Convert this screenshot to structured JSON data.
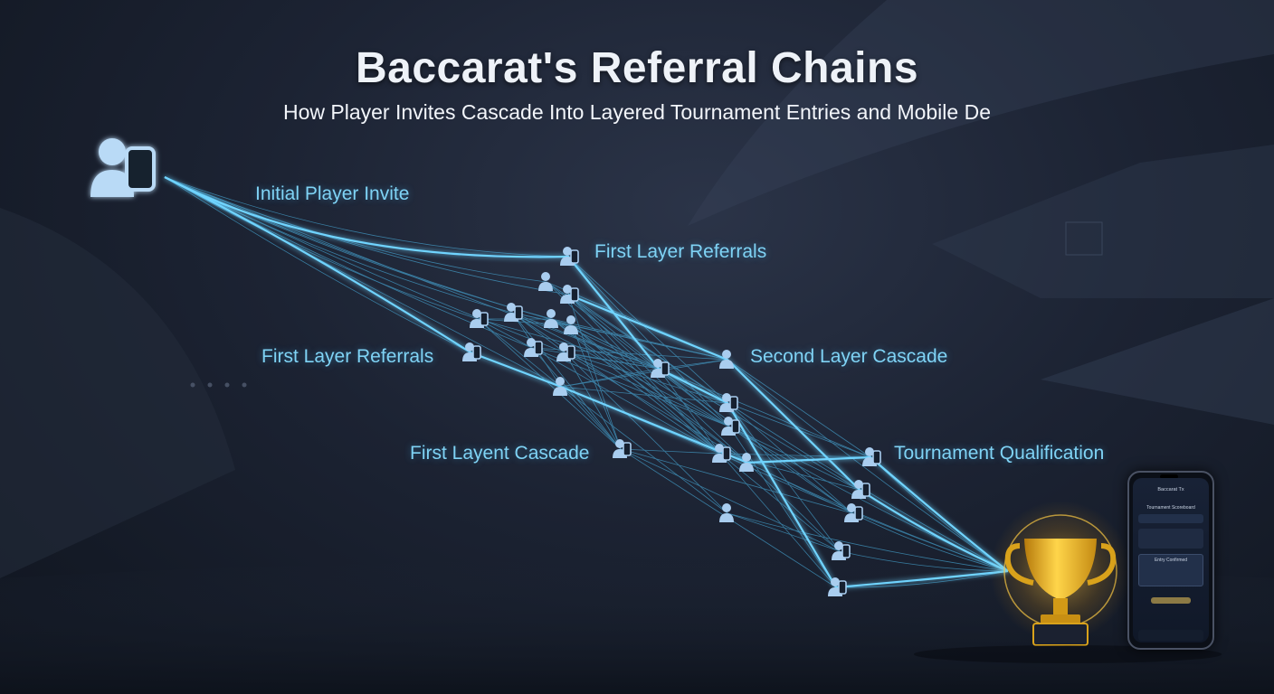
{
  "title": "Baccarat's Referral Chains",
  "subtitle": "How Player Invites Cascade Into Layered Tournament Entries and Mobile De",
  "labels": {
    "initial_invite": "Initial Player Invite",
    "first_layer_top": "First Layer Referrals",
    "first_layer_left": "First Layer Referrals",
    "second_layer": "Second Layer Cascade",
    "first_layent": "First Layent Cascade",
    "tournament": "Tournament Qualification"
  },
  "phone": {
    "header": "Baccarat Tx",
    "section": "Tournament Scoreboard",
    "entry": "Entry Confirmed"
  },
  "icons": {
    "origin": "user-with-phone-icon",
    "node": "user-icon",
    "node_phone": "user-with-phone-icon",
    "trophy": "trophy-icon",
    "device": "smartphone-icon"
  },
  "colors": {
    "line": "#4fc3f7",
    "line_glow": "#2ea0e0",
    "label": "#7fd3f5",
    "node": "#a9cdef",
    "trophy": "#f2b51f"
  }
}
